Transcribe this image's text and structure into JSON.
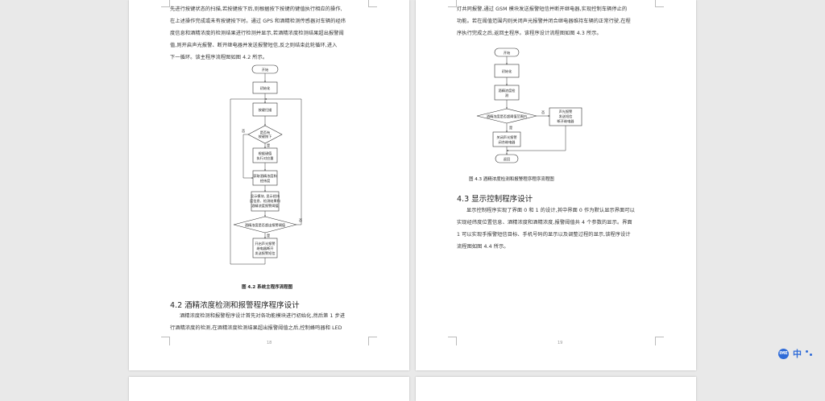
{
  "left_page": {
    "intro_lines": [
      "先进行按键状态的扫描,若按键按下后,则根据按下按键的键值执行相应的操作,",
      "在上述操作完成或未有按键按下时。通过 GPS 和酒精检测传感器对车辆的经纬",
      "度信息和酒精浓度的检测结果进行检测并显示,若酒精浓度检测结果超出报警阈",
      "值,则开启声光报警、断开继电器并发送报警短信,反之则结束此轮循环,进入",
      "下一循环。该主程序流程图如图 4.2 所示。"
    ],
    "flow": {
      "start": "开始",
      "init": "初始化",
      "scan": "按键扫描",
      "decision1": [
        "是否有",
        "按键按下"
      ],
      "d1_no": "否",
      "d1_yes": "是",
      "exec": [
        "根据键值",
        "执行对应量"
      ],
      "read": [
        "获取酒精浓度和",
        "经纬度"
      ],
      "display": [
        "显示模块, 显示经纬",
        "度信息、检测结果和",
        "酒精浓度报警阈值"
      ],
      "decision2": "酒精浓度是否超出报警阈值",
      "d2_no": "否",
      "d2_yes": "是",
      "alarm": [
        "开启声光报警",
        "继电器断开",
        "发送报警短信"
      ]
    },
    "figure_caption": "图 4.2 系统主程序流程图",
    "section_heading": "4.2 酒精浓度检测和报警程序程序设计",
    "section_lines": [
      "酒精浓度检测和报警程序设计首先对各功能模块进行初始化,然后第 1 步进",
      "行酒精浓度的检测,在酒精浓度检测结果超出报警阈值之后,控制蜂鸣器和 LED"
    ],
    "page_number": "18"
  },
  "right_page": {
    "intro_lines": [
      "灯共同报警,通过 GSM 模块发送报警短信并断开继电器,实现控制车辆停止的",
      "功能。若在阈值范围内则关闭声光报警并闭合继电器维持车辆的正常行驶,在程",
      "序执行完成之后,返回主程序。该程序设计流程图如图 4.3 所示。"
    ],
    "flow": {
      "start": "开始",
      "init": "初始化",
      "detect": [
        "酒精浓度检",
        "测"
      ],
      "decision": "酒精浓度是否超阈值范围内",
      "no": "否",
      "yes": "是",
      "alarm": [
        "声光报警",
        "发送短信",
        "断开继电器"
      ],
      "close": [
        "关闭声光报警",
        "闭合继电器"
      ],
      "return": "返回"
    },
    "figure_caption": "图 4.3 酒精浓度检测和报警程序程序流程图",
    "section_heading": "4.3 显示控制程序设计",
    "section_lines": [
      "显示控制程序实现了界面 0 和 1 的设计,其中界面 0 作为默认显示界面可以",
      "实现经纬度位置信息、酒精浓度和酒精浓度,报警阈值共 4 个参数的显示。界面",
      "1 可以实现手报警短信目标、手机号码的显示以及调整过程的显示,该程序设计",
      "流程图如图 4.4 所示。"
    ],
    "page_number": "19"
  },
  "ime_widget": {
    "logo": "IME",
    "language": "中"
  }
}
